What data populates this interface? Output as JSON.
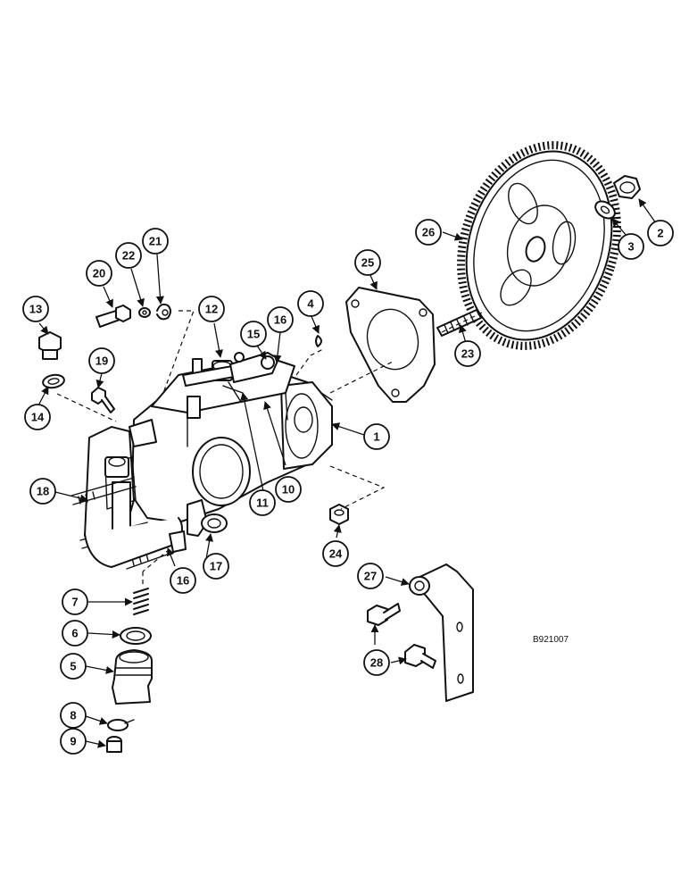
{
  "reference_code": "B921007",
  "callouts": [
    "1",
    "2",
    "3",
    "4",
    "5",
    "6",
    "7",
    "8",
    "9",
    "10",
    "11",
    "12",
    "13",
    "14",
    "15",
    "16",
    "16",
    "17",
    "18",
    "19",
    "20",
    "21",
    "22",
    "23",
    "24",
    "25",
    "26",
    "27",
    "28"
  ],
  "colors": {
    "ink": "#111111",
    "paper": "#ffffff"
  }
}
